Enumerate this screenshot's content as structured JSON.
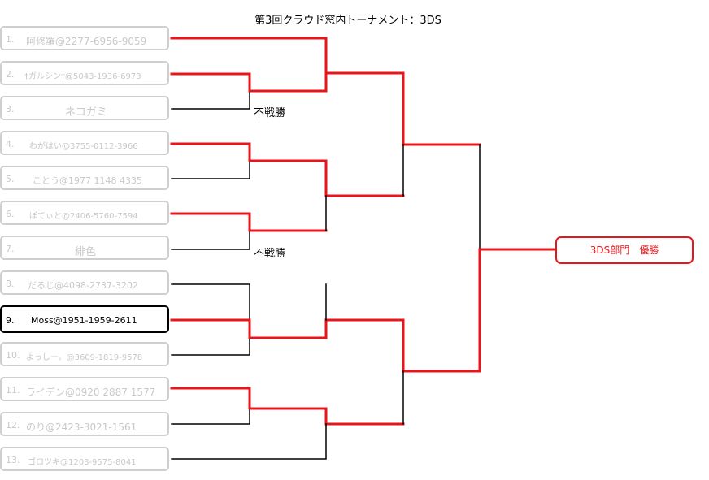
{
  "title": "第3回クラウド窓内トーナメント：3DS",
  "entries": [
    {
      "num": "1.",
      "name": "阿修羅@2277-6956-9059"
    },
    {
      "num": "2.",
      "name": "†ガルシン†@5043-1936-6973"
    },
    {
      "num": "3.",
      "name": "ネコガミ"
    },
    {
      "num": "4.",
      "name": "わがはい@3755-0112-3966"
    },
    {
      "num": "5.",
      "name": "ことう@1977 1148 4335"
    },
    {
      "num": "6.",
      "name": "ぽてぃと@2406-5760-7594"
    },
    {
      "num": "7.",
      "name": "緋色"
    },
    {
      "num": "8.",
      "name": "だるじ@4098-2737-3202"
    },
    {
      "num": "9.",
      "name": "Moss@1951-1959-2611"
    },
    {
      "num": "10.",
      "name": "よっしー。@3609-1819-9578"
    },
    {
      "num": "11.",
      "name": "ライデン@0920 2887 1577"
    },
    {
      "num": "12.",
      "name": "のり@2423-3021-1561"
    },
    {
      "num": "13.",
      "name": "ゴロツキ@1203-9575-8041"
    }
  ],
  "walkover_label": "不戦勝",
  "walkover_label_2": "不戦勝",
  "champion_label": "3DS部門　優勝",
  "colors": {
    "winner_line": "#e8151b",
    "loser_line": "#000000",
    "entry_border": "#cfcfcf",
    "highlight_border": "#000000"
  }
}
